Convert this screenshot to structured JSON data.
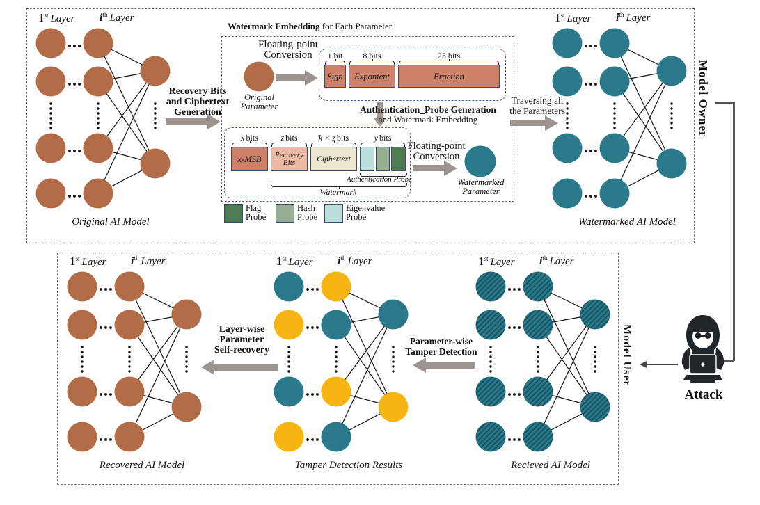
{
  "colors": {
    "brown": "#b26c48",
    "teal": "#2a7a8c",
    "yellow": "#f6b513",
    "hatch_dark": "#124c59",
    "arrow": "#9d9390",
    "salmon_dark": "#cf8068",
    "salmon_light": "#eeb9a2",
    "cream": "#ebe5d0",
    "probe_eigen": "#badddd",
    "probe_hash": "#97af90",
    "probe_flag": "#4e7b54"
  },
  "layer_labels": {
    "first_num": "1",
    "first_sup": "st",
    "ith_num": "i",
    "ith_sup": "th",
    "word": "Layer"
  },
  "networks": [
    {
      "caption": "Original AI Model",
      "hatched": false,
      "col1": [
        "brown",
        "brown",
        "brown",
        "brown"
      ],
      "col2": [
        "brown",
        "brown",
        "brown",
        "brown"
      ],
      "col3": [
        "brown",
        "brown"
      ]
    },
    {
      "caption": "Watermarked AI Model",
      "hatched": false,
      "col1": [
        "teal",
        "teal",
        "teal",
        "teal"
      ],
      "col2": [
        "teal",
        "teal",
        "teal",
        "teal"
      ],
      "col3": [
        "teal",
        "teal"
      ]
    },
    {
      "caption": "Recovered AI Model",
      "hatched": false,
      "col1": [
        "brown",
        "brown",
        "brown",
        "brown"
      ],
      "col2": [
        "brown",
        "brown",
        "brown",
        "brown"
      ],
      "col3": [
        "brown",
        "brown"
      ]
    },
    {
      "caption": "Tamper Detection Results",
      "hatched": false,
      "col1": [
        "teal",
        "yellow",
        "teal",
        "yellow"
      ],
      "col2": [
        "yellow",
        "teal",
        "yellow",
        "teal"
      ],
      "col3": [
        "teal",
        "yellow"
      ]
    },
    {
      "caption": "Recieved AI Model",
      "hatched": true,
      "col1": [
        "teal",
        "teal",
        "teal",
        "teal"
      ],
      "col2": [
        "teal",
        "teal",
        "teal",
        "teal"
      ],
      "col3": [
        "teal",
        "teal"
      ]
    }
  ],
  "embedding": {
    "title_bold": "Watermark Embedding",
    "title_rest": " for Each Parameter",
    "float_line1": "Floating-point",
    "float_line2": "Conversion",
    "orig_param_line1": "Original",
    "orig_param_line2": "Parameter",
    "wm_param_line1": "Watermarked",
    "wm_param_line2": "Parameter",
    "auth_bold": "Authentication_Probe Generation",
    "auth_rest": "and Watermark Embedding",
    "ieee": {
      "fields": [
        {
          "bits": "1 bit",
          "name": "Sign"
        },
        {
          "bits": "8 bits",
          "name": "Expontent"
        },
        {
          "bits": "23 bits",
          "name": "Fraction"
        }
      ]
    },
    "wm_fields": {
      "bits_unit": "bits",
      "msb_var": "x",
      "msb_name": "x-MSB",
      "rec_var": "z",
      "rec_name_line1": "Recovery",
      "rec_name_line2": "Bits",
      "ciph_var": "k × z",
      "ciph_name": "Ciphertext",
      "probe_var": "y",
      "auth_probe_label": "Authentication Probe",
      "watermark_label": "Watermark"
    },
    "legend": [
      {
        "line1": "Flag",
        "line2": "Probe"
      },
      {
        "line1": "Hash",
        "line2": "Probe"
      },
      {
        "line1": "Eigenvalue",
        "line2": "Probe"
      }
    ]
  },
  "flow": {
    "recovery_line1": "Recovery Bits",
    "recovery_line2": "and Ciphertext",
    "recovery_line3": "Generation",
    "traversing_line1": "Traversing all",
    "traversing_line2": "the Parameters",
    "layerwise_line1": "Layer-wise",
    "layerwise_line2": "Parameter",
    "layerwise_line3": "Self-recovery",
    "paramwise_line1": "Parameter-wise",
    "paramwise_line2": "Tamper Detection"
  },
  "side": {
    "model_owner": "Model Owner",
    "model_user": "Model User",
    "attack": "Attack"
  }
}
